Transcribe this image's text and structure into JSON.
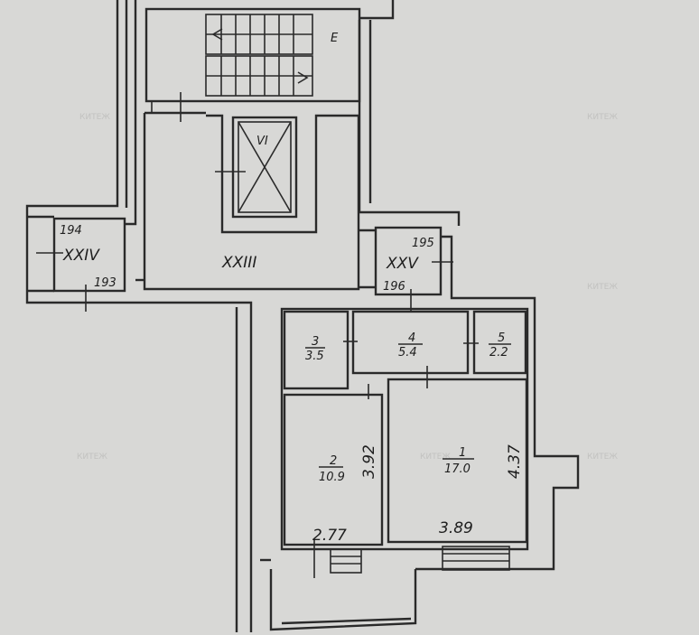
{
  "plan": {
    "stair_label": "E",
    "elevator_label": "VI",
    "hall_label": "XXIII",
    "left_room": {
      "label": "XXIV",
      "num_top": "194",
      "num_bottom": "193"
    },
    "right_room": {
      "label": "XXV",
      "num_top": "195",
      "num_bottom": "196"
    },
    "rooms": [
      {
        "number": "1",
        "area": "17.0"
      },
      {
        "number": "2",
        "area": "10.9"
      },
      {
        "number": "3",
        "area": "3.5"
      },
      {
        "number": "4",
        "area": "5.4"
      },
      {
        "number": "5",
        "area": "2.2"
      }
    ],
    "dimensions": {
      "room2_height": "3.92",
      "room2_width": "2.77",
      "room1_height": "4.37",
      "room1_width": "3.89"
    },
    "watermark": "КИТЕЖ"
  }
}
